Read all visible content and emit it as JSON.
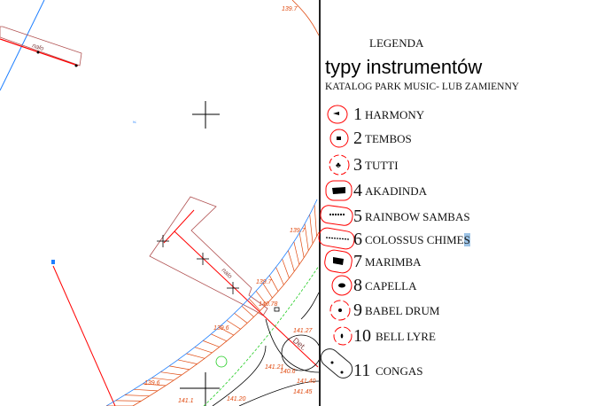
{
  "legend": {
    "heading": "LEGENDA",
    "title": "typy instrumentów",
    "subtitle": "KATALOG PARK MUSIC- LUB ZAMIENNY",
    "items": [
      {
        "number": "1",
        "label": "HARMONY"
      },
      {
        "number": "2",
        "label": "TEMBOS"
      },
      {
        "number": "3",
        "label": "TUTTI"
      },
      {
        "number": "4",
        "label": "AKADINDA"
      },
      {
        "number": "5",
        "label": "RAINBOW SAMBAS"
      },
      {
        "number": "6",
        "label": "COLOSSUS CHIME",
        "selected_tail": "S"
      },
      {
        "number": "7",
        "label": "MARIMBA"
      },
      {
        "number": "8",
        "label": "CAPELLA"
      },
      {
        "number": "9",
        "label": "BABEL DRUM"
      },
      {
        "number": "10",
        "label": "BELL LYRE"
      },
      {
        "number": "11",
        "label": "CONGAS"
      }
    ]
  },
  "map": {
    "labels": [
      "139.7",
      "139.7",
      "139.7",
      "139.6",
      "139.6",
      "141.1",
      "141.20",
      "141.27",
      "141.21",
      "140.6",
      "141.40",
      "141.45",
      "140.78",
      "nalo",
      "nalo",
      "Det."
    ],
    "colors": {
      "road": "#e04a10",
      "boundary": "#ff0000",
      "water": "#1e7fff",
      "path": "#22cc22",
      "building": "#b05050"
    }
  }
}
